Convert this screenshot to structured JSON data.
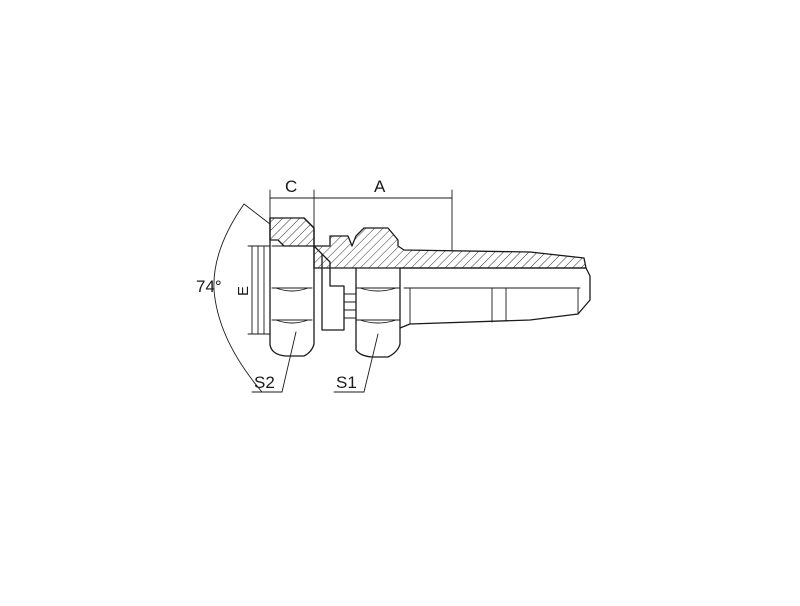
{
  "labels": {
    "dim_c": "C",
    "dim_a": "A",
    "dim_e": "E",
    "angle": "74°",
    "s1": "S1",
    "s2": "S2"
  },
  "colors": {
    "line": "#1a1a1a",
    "background": "#ffffff"
  }
}
